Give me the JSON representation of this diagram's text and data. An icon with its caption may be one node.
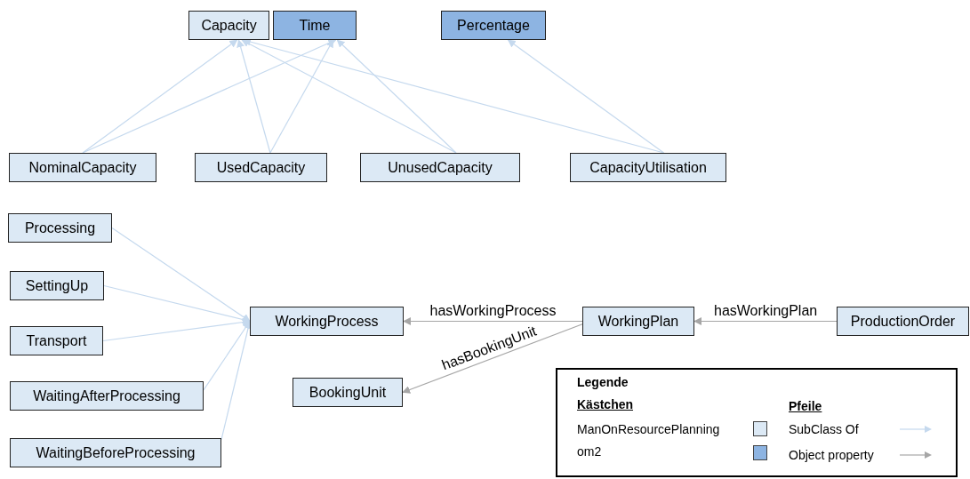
{
  "diagram": {
    "nodes": [
      {
        "text": [
          "Capacity"
        ]
      },
      {
        "text": [
          "Time"
        ]
      },
      {
        "text": [
          "Percentage"
        ]
      },
      {
        "text": [
          "NominalCapacity"
        ]
      },
      {
        "text": [
          "UsedCapacity"
        ]
      },
      {
        "text": [
          "UnusedCapacity"
        ]
      },
      {
        "text": [
          "CapacityUtilisation"
        ]
      },
      {
        "text": [
          "Processing"
        ]
      },
      {
        "text": [
          "SettingUp"
        ]
      },
      {
        "text": [
          "Transport"
        ]
      },
      {
        "text": [
          "WaitingAfterProcessing"
        ]
      },
      {
        "text": [
          "WaitingBeforeProcessing"
        ]
      },
      {
        "text": [
          "WorkingProcess"
        ]
      },
      {
        "text": [
          "WorkingPlan"
        ]
      },
      {
        "text": [
          "ProductionOrder"
        ]
      },
      {
        "text": [
          "BookingUnit"
        ]
      }
    ],
    "edges": [
      {
        "from": 3,
        "to": 0,
        "arrow": "to"
      },
      {
        "from": 3,
        "to": 1,
        "arrow": "to"
      },
      {
        "from": 4,
        "to": 0,
        "arrow": "to"
      },
      {
        "from": 4,
        "to": 1,
        "arrow": "to"
      },
      {
        "from": 5,
        "to": 0,
        "arrow": "to"
      },
      {
        "from": 5,
        "to": 1,
        "arrow": "to"
      },
      {
        "from": 6,
        "to": 0,
        "arrow": "to"
      },
      {
        "from": 6,
        "to": 2,
        "arrow": "to"
      },
      {
        "from": 7,
        "to": 12,
        "arrow": "to"
      },
      {
        "from": 8,
        "to": 12,
        "arrow": "to"
      },
      {
        "from": 9,
        "to": 12,
        "arrow": "to"
      },
      {
        "from": 10,
        "to": 12,
        "arrow": "to"
      },
      {
        "from": 11,
        "to": 12,
        "arrow": "to"
      },
      {
        "from": 13,
        "to": 12,
        "label": "hasWorkingProcess",
        "arrow": "to",
        "color": "#a6a6a6"
      },
      {
        "from": 14,
        "to": 13,
        "label": "hasWorkingPlan",
        "arrow": "to",
        "color": "#a6a6a6"
      },
      {
        "from": 13,
        "to": 15,
        "label": "hasBookingUnit",
        "arrow": "to",
        "color": "#a6a6a6"
      }
    ],
    "labels": [
      "Legende",
      "Kästchen",
      "Pfeile"
    ],
    "legend": [
      {
        "text": "ManOnResourcePlanning",
        "color": "#dce9f5"
      },
      {
        "text": "om2",
        "color": "#8db4e2"
      },
      {
        "text": "SubClass Of"
      },
      {
        "text": "Object property"
      }
    ]
  }
}
